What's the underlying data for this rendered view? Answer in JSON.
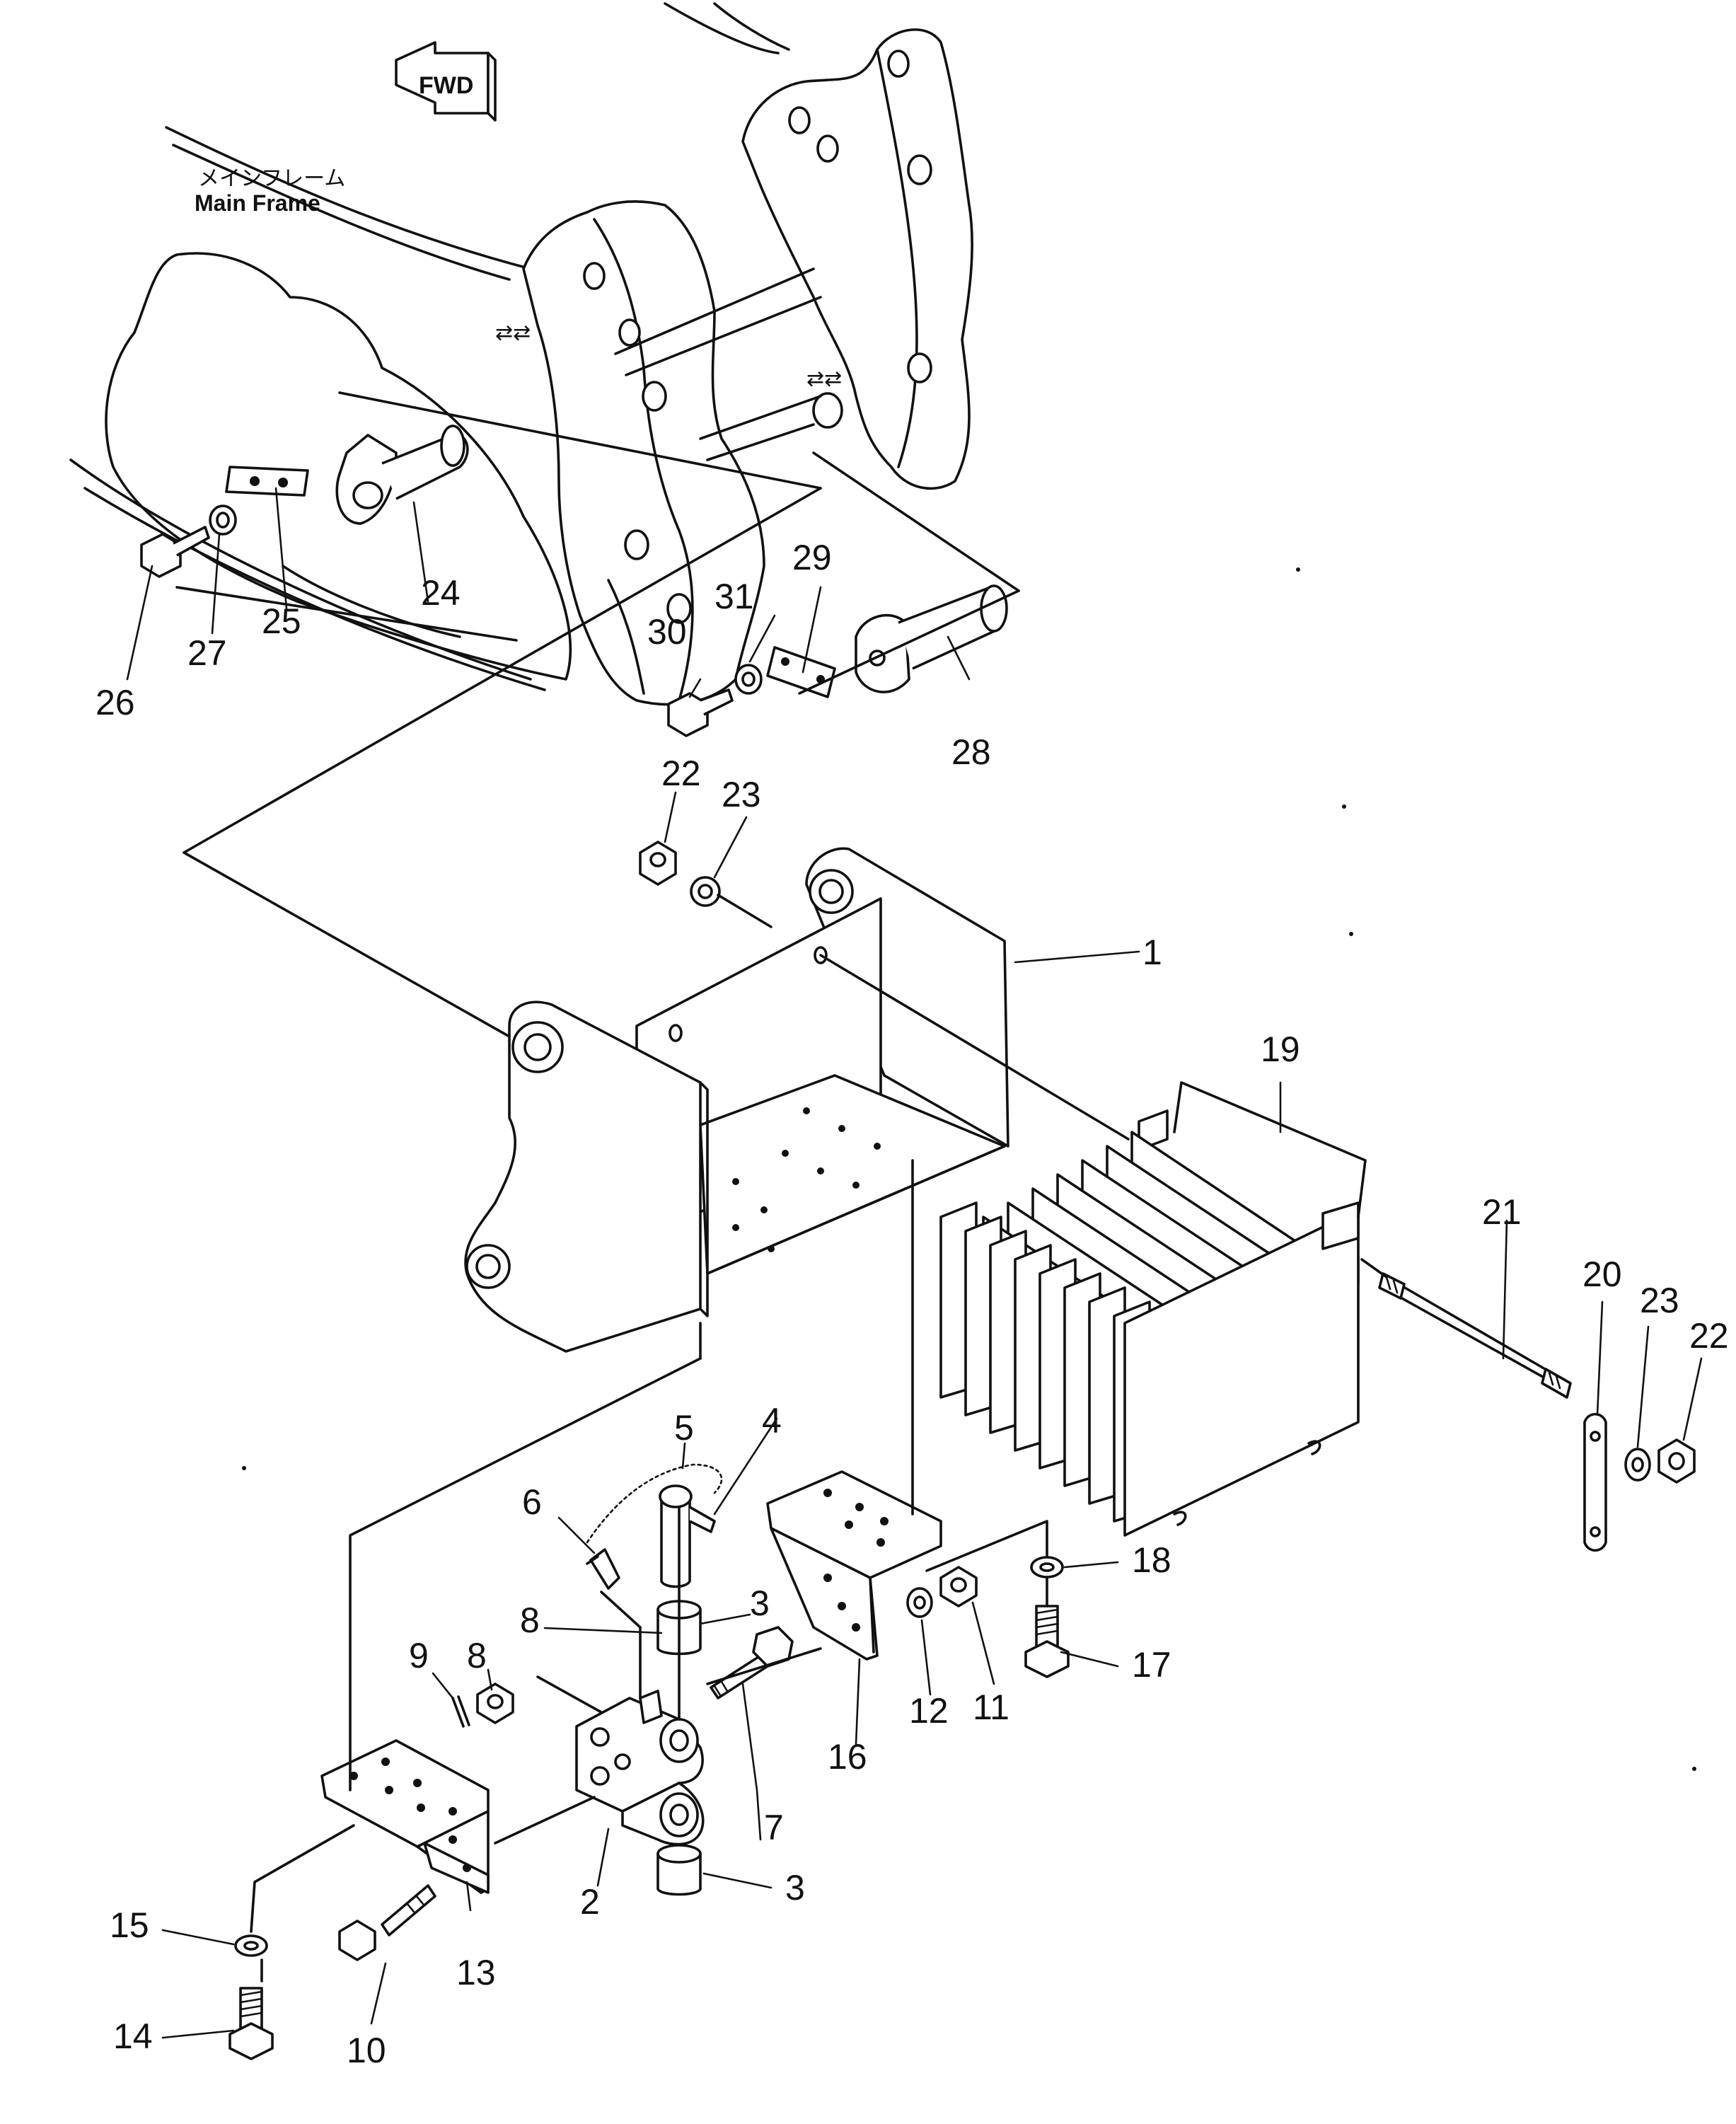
{
  "direction_marker": {
    "label": "FWD"
  },
  "frame_label": {
    "japanese": "メインフレーム",
    "english": "Main  Frame"
  },
  "callouts": {
    "c1": "1",
    "c2": "2",
    "c3a": "3",
    "c3b": "3",
    "c4": "4",
    "c5": "5",
    "c6": "6",
    "c7": "7",
    "c8a": "8",
    "c8b": "8",
    "c9": "9",
    "c10": "10",
    "c11": "11",
    "c12": "12",
    "c13": "13",
    "c14": "14",
    "c15": "15",
    "c16": "16",
    "c17": "17",
    "c18": "18",
    "c19": "19",
    "c20": "20",
    "c21": "21",
    "c22a": "22",
    "c22b": "22",
    "c23a": "23",
    "c23b": "23",
    "c24": "24",
    "c25": "25",
    "c26": "26",
    "c27": "27",
    "c28": "28",
    "c29": "29",
    "c30": "30",
    "c31": "31"
  }
}
